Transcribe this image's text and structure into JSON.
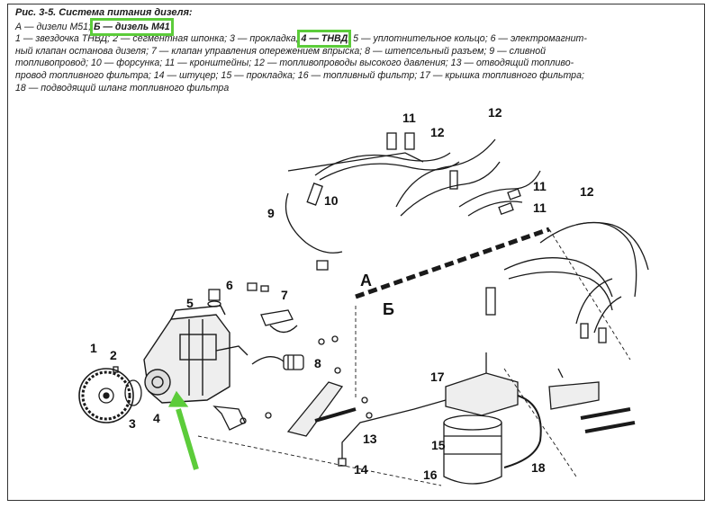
{
  "caption": {
    "title": "Рис. 3-5. Система питания дизеля:",
    "line1_a": "А — дизели М51",
    "line1_sep": "; ",
    "line1_b": "Б — дизель М41",
    "line2_a": "1 — звездочка ТНВД; 2 — сегментная шпонка; 3 — прокладка; ",
    "line2_hl": "4 — ТНВД",
    "line2_b": "; 5 — уплотнительное кольцо; 6 — электромагнит-",
    "line3": "ный клапан останова дизеля; 7 — клапан управления опережением впрыска; 8 — штепсельный разъем; 9 — сливной",
    "line4": "топливопровод; 10 — форсунка; 11 — кронштейны; 12 — топливопроводы высокого давления; 13 — отводящий топливо-",
    "line5": "провод топливного фильтра; 14 — штуцер; 15 — прокладка; 16 — топливный фильтр; 17 — крышка топливного фильтра;",
    "line6": "18 — подводящий шланг топливного фильтра"
  },
  "labels": {
    "n1": "1",
    "n2": "2",
    "n3": "3",
    "n4": "4",
    "n5": "5",
    "n6": "6",
    "n7": "7",
    "n8": "8",
    "n9": "9",
    "n10": "10",
    "n11a": "11",
    "n11b": "11",
    "n11c": "11",
    "n12a": "12",
    "n12b": "12",
    "n12c": "12",
    "n13": "13",
    "n14": "14",
    "n15": "15",
    "n16": "16",
    "n17": "17",
    "n18": "18",
    "zoneA": "А",
    "zoneB": "Б"
  },
  "colors": {
    "highlight": "#5ccc3a",
    "ink": "#1a1a1a"
  }
}
